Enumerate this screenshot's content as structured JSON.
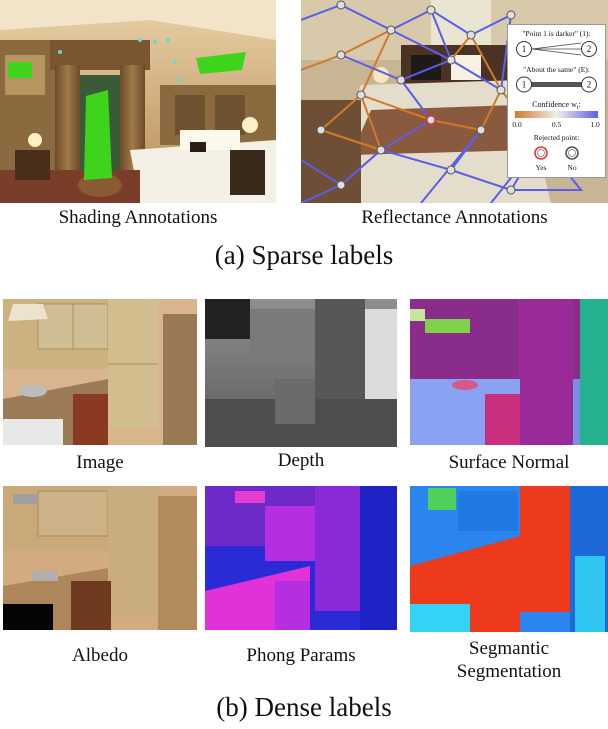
{
  "sparse": {
    "heading": "(a) Sparse labels",
    "shading_caption": "Shading Annotations",
    "reflectance_caption": "Reflectance Annotations",
    "legend": {
      "darker_label": "\"Point 1 is darker\" (1):",
      "same_label": "\"About the same\" (E):",
      "point1": "1",
      "point2": "2",
      "confidence_label": "Confidence w",
      "confidence_sub": "i",
      "confidence_colon": ":",
      "tick_0": "0.0",
      "tick_mid": "0.5",
      "tick_1": "1.0",
      "rejected_label": "Rejected point:",
      "yes": "Yes",
      "no": "No"
    }
  },
  "dense": {
    "heading": "(b) Dense labels",
    "captions": {
      "image": "Image",
      "depth": "Depth",
      "normal": "Surface Normal",
      "albedo": "Albedo",
      "phong": "Phong Params",
      "segmentation_line1": "Segmantic",
      "segmentation_line2": "Segmentation"
    }
  },
  "colors": {
    "annotation_green": "#3fd41c",
    "reflectance_edge_dark": "#d07a2a",
    "reflectance_edge_same": "#5b5ee8",
    "rejected_red": "#e0393a"
  }
}
